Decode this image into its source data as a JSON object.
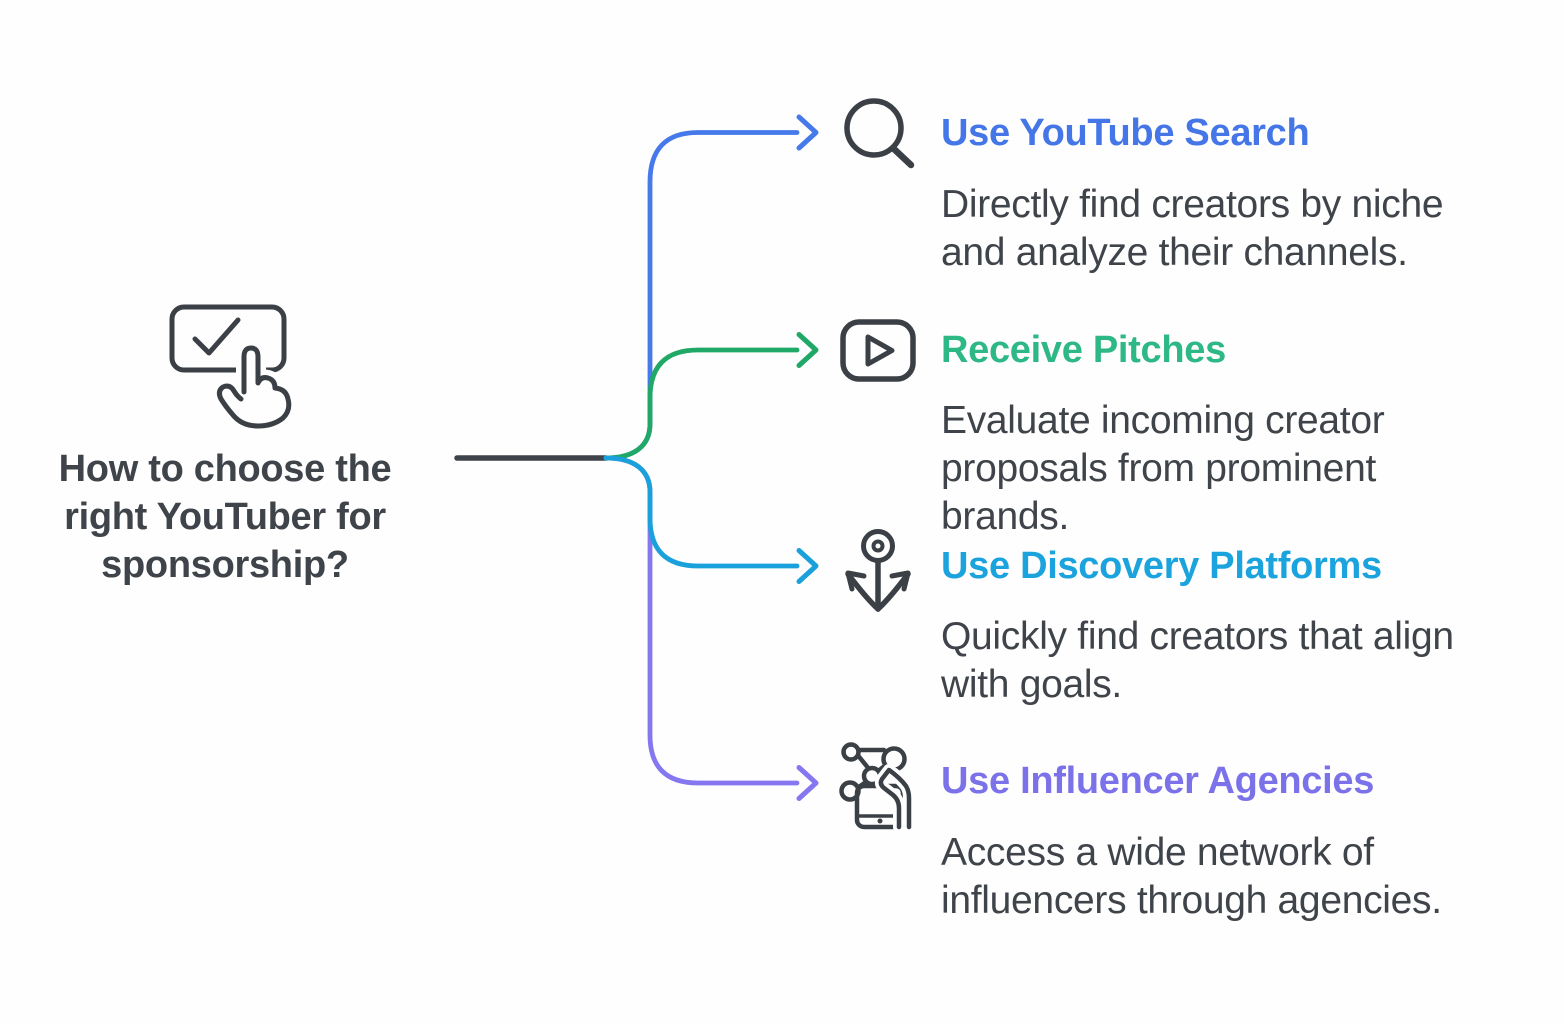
{
  "center": {
    "icon": "checkbox-tap-icon",
    "title": "How to choose the right YouTuber for sponsorship?"
  },
  "branches": [
    {
      "icon": "search-icon",
      "title": "Use YouTube Search",
      "description": "Directly find creators by niche and analyze their channels.",
      "accent_color": "#4476E8",
      "line_color": "#4679E9"
    },
    {
      "icon": "video-play-icon",
      "title": "Receive Pitches",
      "description": "Evaluate incoming creator proposals from prominent brands.",
      "accent_color": "#2DB886",
      "line_color": "#1FA866"
    },
    {
      "icon": "anchor-icon",
      "title": "Use Discovery Platforms",
      "description": "Quickly find creators that align with goals.",
      "accent_color": "#1BA3DE",
      "line_color": "#1AA0DB"
    },
    {
      "icon": "influencer-network-icon",
      "title": "Use Influencer Agencies",
      "description": "Access a wide network of influencers through agencies.",
      "accent_color": "#7B72EA",
      "line_color": "#8577F0"
    }
  ],
  "colors": {
    "text": "#3F434A",
    "icon_stroke": "#3B4046",
    "trunk_line": "#3F434A",
    "background": "#FEFEFE"
  }
}
